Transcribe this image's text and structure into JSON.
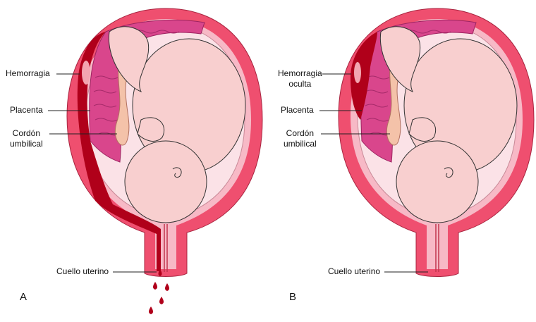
{
  "panels": [
    {
      "letter": "A",
      "labels": {
        "hemorrhage": "Hemorragia",
        "placenta": "Placenta",
        "cord_line1": "Cordón",
        "cord_line2": "umbilical",
        "cervix": "Cuello uterino"
      }
    },
    {
      "letter": "B",
      "labels": {
        "hemorrhage_line1": "Hemorragia",
        "hemorrhage_line2": "oculta",
        "placenta": "Placenta",
        "cord_line1": "Cordón",
        "cord_line2": "umbilical",
        "cervix": "Cuello uterino"
      }
    }
  ],
  "colors": {
    "uterine_wall": "#ef4f6f",
    "lining": "#f7b9c6",
    "amniotic": "#fbe2e7",
    "placenta": "#d9468c",
    "blood": "#b0001a",
    "fetus": "#f8cfcf"
  }
}
